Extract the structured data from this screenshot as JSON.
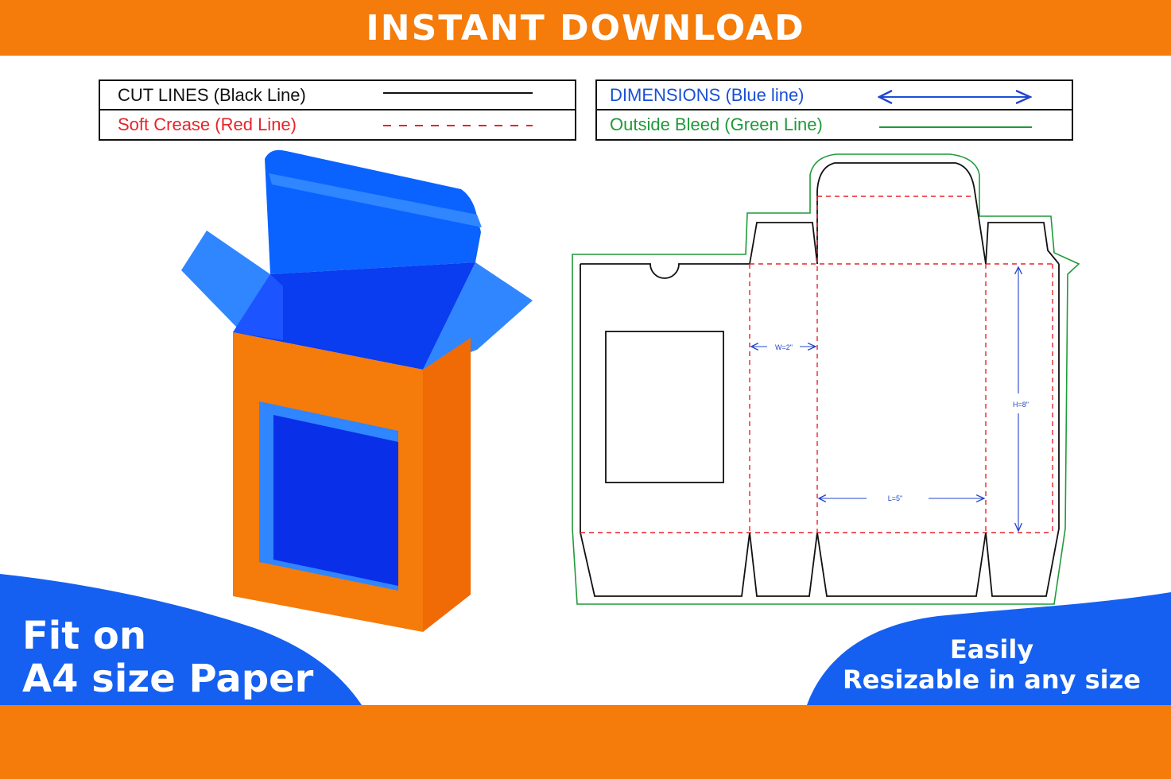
{
  "banner": {
    "title": "INSTANT DOWNLOAD"
  },
  "legend": {
    "cut_lines": "CUT LINES (Black Line)",
    "soft_crease": "Soft Crease (Red Line)",
    "dimensions": "DIMENSIONS (Blue line)",
    "outside_bleed": "Outside Bleed (Green Line)"
  },
  "dieline": {
    "width_label": "W=2\"",
    "height_label": "H=8\"",
    "length_label": "L=5\""
  },
  "promo": {
    "left_line1": "Fit on",
    "left_line2": "A4 size Paper",
    "right_line1": "Easily",
    "right_line2": "Resizable in any size"
  },
  "colors": {
    "orange": "#f57b0a",
    "blue": "#1560f0",
    "cut": "#111111",
    "crease": "#e8242a",
    "dimension": "#2244cc",
    "bleed": "#1f9a3a"
  }
}
